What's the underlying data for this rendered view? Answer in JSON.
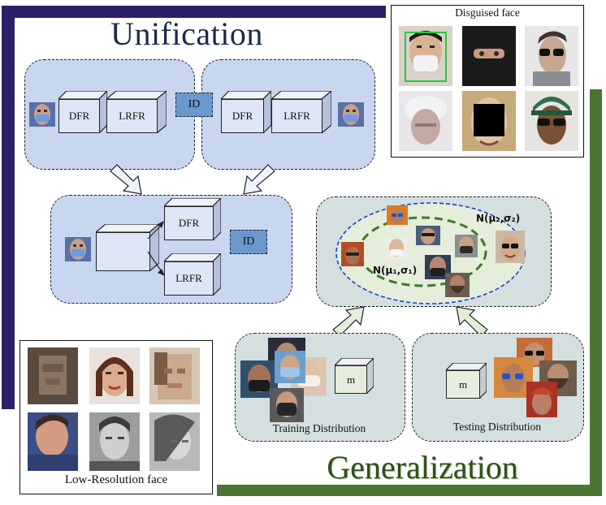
{
  "titles": {
    "unification": "Unification",
    "generalization": "Generalization"
  },
  "labels": {
    "dfr": "DFR",
    "lrfr": "LRFR",
    "id": "ID",
    "m": "m",
    "disguised_face": "Disguised face",
    "low_resolution_face": "Low-Resolution face",
    "training_distribution": "Training Distribution",
    "testing_distribution": "Testing Distribution",
    "dist_outer": "N(μ₂,σ₂)",
    "dist_inner": "N(μ₁,σ₁)"
  },
  "colors": {
    "frame_purple": "#2c1f69",
    "frame_green": "#4b7530",
    "panel_blue": "#c9d6ef",
    "panel_green": "#d4e0e0",
    "id_box": "#6b97cf",
    "ellipse_outer": "#1f3fd0",
    "ellipse_inner": "#3d7a2a",
    "ellipse_fill": "#e4eedb"
  },
  "icons": {
    "flow_arrows": "block-arrow",
    "faces": "face-thumbnail"
  }
}
